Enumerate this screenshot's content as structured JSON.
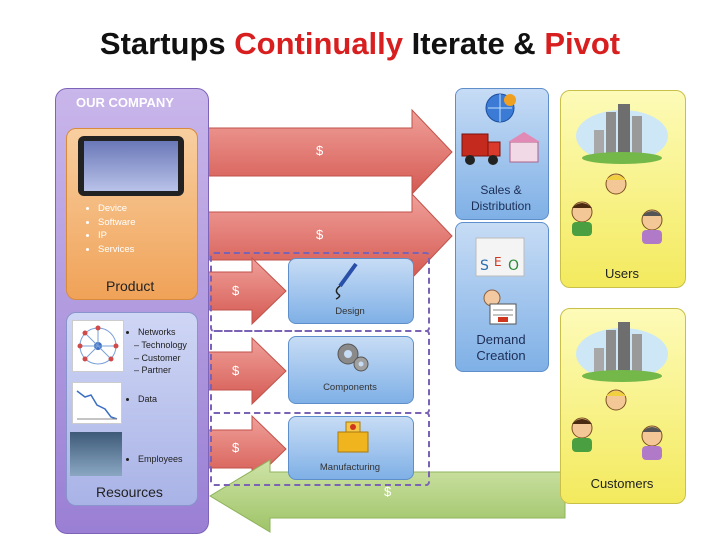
{
  "title": {
    "part1": "Startups ",
    "part2": "Continually",
    "part3": " Iterate & ",
    "part4": "Pivot"
  },
  "company": {
    "heading": "OUR COMPANY",
    "product": {
      "bullets": [
        "Device",
        "Software",
        "IP",
        "Services"
      ],
      "label": "Product"
    },
    "resources": {
      "networks": {
        "label": "Networks",
        "subs": [
          "Technology",
          "Customer",
          "Partner"
        ]
      },
      "data": "Data",
      "employees": "Employees",
      "label": "Resources"
    }
  },
  "arrows": {
    "dollar": "$"
  },
  "design": "Design",
  "components": "Components",
  "manufacturing": "Manufacturing",
  "sales": {
    "line1": "Sales &",
    "line2": "Distribution"
  },
  "demand": {
    "line1": "Demand",
    "line2": "Creation"
  },
  "users": "Users",
  "customers": "Customers"
}
